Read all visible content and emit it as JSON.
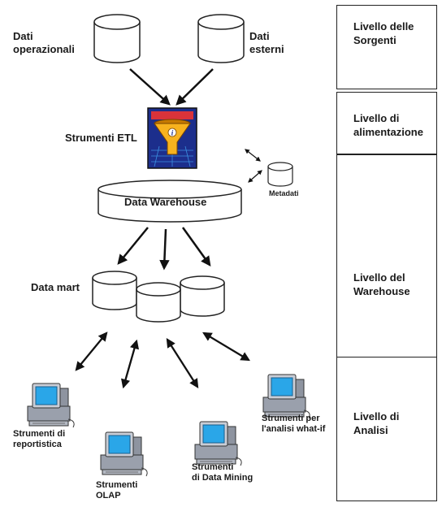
{
  "sources": {
    "operational": "Dati\noperazionali",
    "external": "Dati\nesterni"
  },
  "etl": {
    "label": "Strumenti ETL"
  },
  "warehouse": {
    "label": "Data Warehouse"
  },
  "metadata": {
    "label": "Metadati"
  },
  "datamart": {
    "label": "Data mart"
  },
  "tools": {
    "reporting": "Strumenti di\nreportistica",
    "olap": "Strumenti\nOLAP",
    "datamining": "Strumenti\ndi Data Mining",
    "whatif": "Strumenti per\nl'analisi what-if"
  },
  "levels": [
    {
      "label": "Livello delle\nSorgenti"
    },
    {
      "label": "Livello di\nalimentazione"
    },
    {
      "label": "Livello del\nWarehouse"
    },
    {
      "label": "Livello di\nAnalisi"
    }
  ],
  "colors": {
    "etl_background": "#1c2e8c",
    "funnel": "#f7b21e",
    "monitor_screen": "#2aa6e8",
    "monitor_body": "#c9cdd6",
    "stroke": "#222222"
  },
  "icons": {
    "etl": "funnel-icon",
    "database": "cylinder-icon",
    "computer": "computer-icon"
  }
}
